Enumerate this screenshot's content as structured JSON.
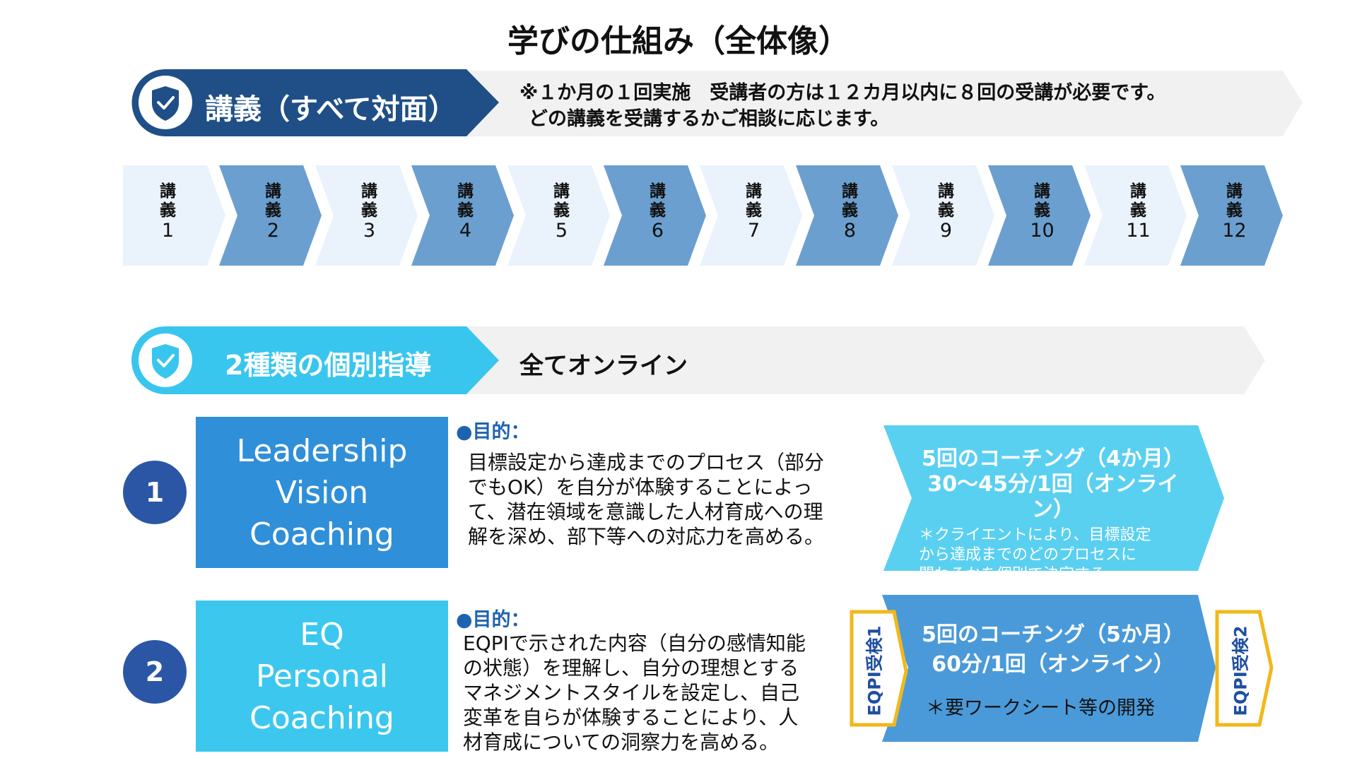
{
  "title": "学びの仕組み（全体像）",
  "lectures_section": {
    "label": "講義（すべて対面）",
    "note_line1": "※１か月の１回実施　受講者の方は１２カ月以内に８回の受講が必要です。",
    "note_line2": "どの講義を受講するかご相談に応じます。",
    "items": [
      {
        "v1": "講",
        "v2": "義",
        "n": "1"
      },
      {
        "v1": "講",
        "v2": "義",
        "n": "2"
      },
      {
        "v1": "講",
        "v2": "義",
        "n": "3"
      },
      {
        "v1": "講",
        "v2": "義",
        "n": "4"
      },
      {
        "v1": "講",
        "v2": "義",
        "n": "5"
      },
      {
        "v1": "講",
        "v2": "義",
        "n": "6"
      },
      {
        "v1": "講",
        "v2": "義",
        "n": "7"
      },
      {
        "v1": "講",
        "v2": "義",
        "n": "8"
      },
      {
        "v1": "講",
        "v2": "義",
        "n": "9"
      },
      {
        "v1": "講",
        "v2": "義",
        "n": "10"
      },
      {
        "v1": "講",
        "v2": "義",
        "n": "11"
      },
      {
        "v1": "講",
        "v2": "義",
        "n": "12"
      }
    ]
  },
  "coaching_section": {
    "label": "2種類の個別指導",
    "note": "全てオンライン"
  },
  "program1": {
    "number": "1",
    "name_lines": [
      "Leadership",
      "Vision",
      "Coaching"
    ],
    "purpose_heading": "●目的：",
    "purpose_lines": [
      "目標設定から達成までのプロセス（部分",
      "でもOK）を自分が体験することによっ",
      "て、潜在領域を意識した人材育成への理",
      "解を深め、部下等への対応力を高める。"
    ],
    "arrow_heading_lines": [
      "5回のコーチング（4か月）",
      "30～45分/1回（オンライン）"
    ],
    "arrow_sub_lines": [
      "＊クライエントにより、目標設定",
      "から達成までのどのプロセスに",
      "関わるかを個別で決定する"
    ]
  },
  "program2": {
    "number": "2",
    "name_lines": [
      "EQ",
      "Personal",
      "Coaching"
    ],
    "purpose_heading": "●目的：",
    "purpose_lines": [
      "EQPIで示された内容（自分の感情知能",
      "の状態）を理解し、自分の理想とする",
      "マネジメントスタイルを設定し、自己",
      "変革を自らが体験することにより、人",
      "材育成についての洞察力を高める。"
    ],
    "arrow_heading_lines": [
      "5回のコーチング（5か月）",
      "60分/1回（オンライン）"
    ],
    "arrow_note": "＊要ワークシート等の開発",
    "eqpi1": "EQPI受検1",
    "eqpi2": "EQPI受検2"
  },
  "colors": {
    "navy": "#1f4f86",
    "cyan": "#39c6ee",
    "light_chevron": "#eaf2fb",
    "dark_chevron": "#6b9fcf",
    "box1": "#2f8fd8",
    "box2": "#3cc7ef",
    "arrow1": "#5ad0f1",
    "arrow2": "#4a9ad9",
    "circle": "#2b56a5",
    "yellow": "#f2b81a",
    "gray_band": "#f1f1f1"
  }
}
